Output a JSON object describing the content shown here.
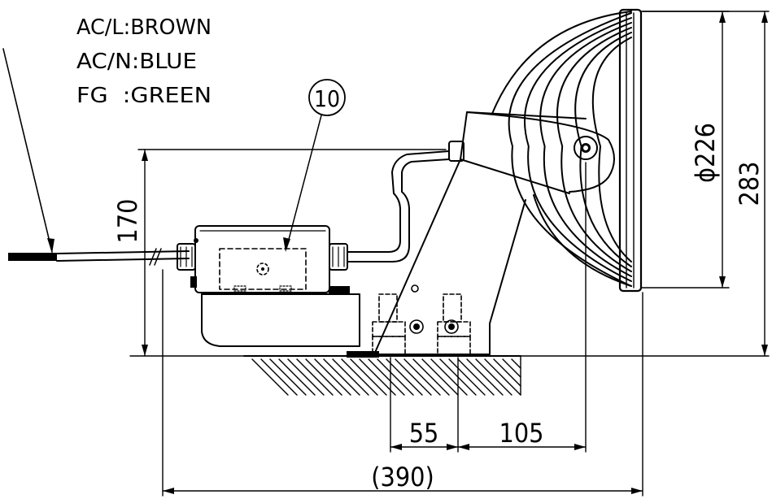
{
  "legend": {
    "line1": "AC/L:BROWN",
    "line2": "AC/N:BLUE",
    "line3": "FG  :GREEN"
  },
  "callout": {
    "number": "10"
  },
  "dimensions": {
    "height_base": "170",
    "diameter": "ϕ226",
    "height_total": "283",
    "spacing_a": "55",
    "spacing_b": "105",
    "overall_length": "(390)"
  }
}
